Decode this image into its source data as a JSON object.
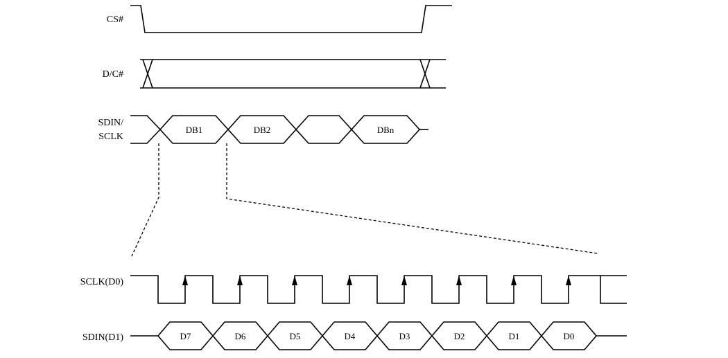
{
  "signals": {
    "cs": "CS#",
    "dc": "D/C#",
    "sdin_line1": "SDIN/",
    "sdin_line2": "SCLK",
    "sclk_d0": "SCLK(D0)",
    "sdin_d1": "SDIN(D1)"
  },
  "bytes": [
    "DB1",
    "DB2",
    "",
    "DBn"
  ],
  "bits": [
    "D7",
    "D6",
    "D5",
    "D4",
    "D3",
    "D2",
    "D1",
    "D0"
  ]
}
